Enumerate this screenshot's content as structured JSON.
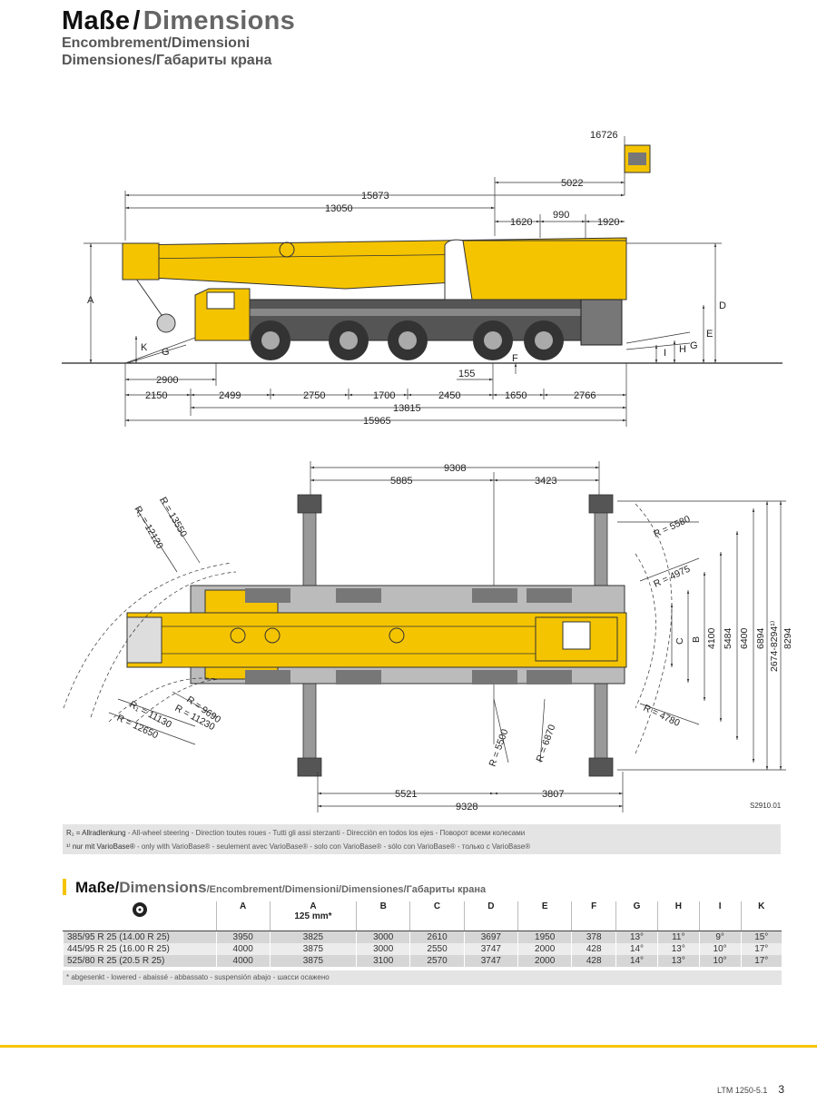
{
  "header": {
    "title_de": "Maße",
    "title_sep": "/",
    "title_en": "Dimensions",
    "sub1_a": "Encombrement",
    "sub1_b": "Dimensioni",
    "sub2_a": "Dimensiones",
    "sub2_b": "Габариты крана"
  },
  "side_view": {
    "top_dims": [
      "16726",
      "5022",
      "15873",
      "13050",
      "1620",
      "990",
      "1920"
    ],
    "bottom_dims": [
      "2900",
      "155",
      "2150",
      "2499",
      "2750",
      "1700",
      "2450",
      "1650",
      "2766",
      "13815",
      "15965"
    ],
    "letters": [
      "A",
      "K",
      "G",
      "D",
      "E",
      "I",
      "H",
      "G",
      "F"
    ]
  },
  "top_view": {
    "top_dims": [
      "9308",
      "5885",
      "3423"
    ],
    "bottom_dims": [
      "5521",
      "3807",
      "9328"
    ],
    "right_dims": [
      "C",
      "B",
      "4100",
      "5484",
      "6400",
      "6894",
      "2674-8294¹⁾",
      "8294"
    ],
    "radii": [
      "R = 13550",
      "R₁ = 12120",
      "R = 9690",
      "R₁ = 11130",
      "R = 11230",
      "R = 12650",
      "R = 5580",
      "R = 4975",
      "R = 4780",
      "R = 5500",
      "R = 6870"
    ],
    "drawing_code": "S2910.01"
  },
  "notes": {
    "line1_key": "R₁ = Allradlenkung",
    "line1_rest": " - All-wheel steering - Direction toutes roues - Tutti gli assi sterzanti - Dirección en todos los ejes - Поворот всеми колесами",
    "line2_key": "¹⁾ nur mit VarioBase®",
    "line2_rest": " - only with VarioBase® - seulement avec VarioBase® - solo con VarioBase® - sólo con VarioBase® - только с VarioBase®"
  },
  "table": {
    "title_de": "Maße",
    "title_en": "Dimensions",
    "title_rest": "/Encombrement/Dimensioni/Dimensiones/Габариты крана",
    "headers": [
      "A",
      "A",
      "B",
      "C",
      "D",
      "E",
      "F",
      "G",
      "H",
      "I",
      "K"
    ],
    "sub_header": "125 mm*",
    "rows": [
      [
        "385/95 R 25 (14.00 R 25)",
        "3950",
        "3825",
        "3000",
        "2610",
        "3697",
        "1950",
        "378",
        "13°",
        "11°",
        "9°",
        "15°"
      ],
      [
        "445/95 R 25 (16.00 R 25)",
        "4000",
        "3875",
        "3000",
        "2550",
        "3747",
        "2000",
        "428",
        "14°",
        "13°",
        "10°",
        "17°"
      ],
      [
        "525/80 R 25 (20.5   R 25)",
        "4000",
        "3875",
        "3100",
        "2570",
        "3747",
        "2000",
        "428",
        "14°",
        "13°",
        "10°",
        "17°"
      ]
    ],
    "footnote": "* abgesenkt - lowered - abaissé - abbassato - suspensión abajo - шасси осажено"
  },
  "footer": {
    "model": "LTM 1250-5.1",
    "page": "3"
  },
  "colors": {
    "crane_yellow": "#f5c400",
    "dim_line": "#333333",
    "gray_panel": "#e4e4e4"
  }
}
